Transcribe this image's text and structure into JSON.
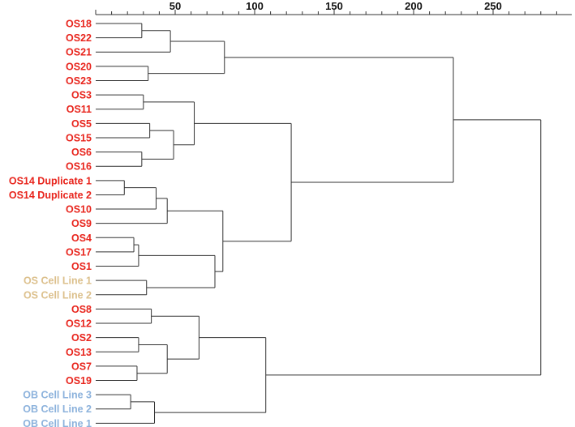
{
  "chart_data": {
    "type": "dendrogram",
    "title": "",
    "xlabel": "",
    "ylabel": "",
    "orientation": "horizontal",
    "axis_position": "top",
    "xlim": [
      0,
      290
    ],
    "ticks": [
      50,
      100,
      150,
      200,
      250
    ],
    "tick_labels": [
      "50",
      "100",
      "150",
      "200",
      "250"
    ],
    "grid": false,
    "colors": {
      "tumor": "#e8241c",
      "os_cell_line": "#dcc08c",
      "ob_cell_line": "#8cb2dc",
      "branch": "#333333"
    },
    "leaves": [
      {
        "id": "OS18",
        "label": "OS18",
        "group": "tumor"
      },
      {
        "id": "OS22",
        "label": "OS22",
        "group": "tumor"
      },
      {
        "id": "OS21",
        "label": "OS21",
        "group": "tumor"
      },
      {
        "id": "OS20",
        "label": "OS20",
        "group": "tumor"
      },
      {
        "id": "OS23",
        "label": "OS23",
        "group": "tumor"
      },
      {
        "id": "OS3",
        "label": "OS3",
        "group": "tumor"
      },
      {
        "id": "OS11",
        "label": "OS11",
        "group": "tumor"
      },
      {
        "id": "OS5",
        "label": "OS5",
        "group": "tumor"
      },
      {
        "id": "OS15",
        "label": "OS15",
        "group": "tumor"
      },
      {
        "id": "OS6",
        "label": "OS6",
        "group": "tumor"
      },
      {
        "id": "OS16",
        "label": "OS16",
        "group": "tumor"
      },
      {
        "id": "OS14D1",
        "label": "OS14 Duplicate 1",
        "group": "tumor"
      },
      {
        "id": "OS14D2",
        "label": "OS14 Duplicate 2",
        "group": "tumor"
      },
      {
        "id": "OS10",
        "label": "OS10",
        "group": "tumor"
      },
      {
        "id": "OS9",
        "label": "OS9",
        "group": "tumor"
      },
      {
        "id": "OS4",
        "label": "OS4",
        "group": "tumor"
      },
      {
        "id": "OS17",
        "label": "OS17",
        "group": "tumor"
      },
      {
        "id": "OS1",
        "label": "OS1",
        "group": "tumor"
      },
      {
        "id": "OSCL1",
        "label": "OS Cell Line 1",
        "group": "os_cell_line"
      },
      {
        "id": "OSCL2",
        "label": "OS Cell Line 2",
        "group": "os_cell_line"
      },
      {
        "id": "OS8",
        "label": "OS8",
        "group": "tumor"
      },
      {
        "id": "OS12",
        "label": "OS12",
        "group": "tumor"
      },
      {
        "id": "OS2",
        "label": "OS2",
        "group": "tumor"
      },
      {
        "id": "OS13",
        "label": "OS13",
        "group": "tumor"
      },
      {
        "id": "OS7",
        "label": "OS7",
        "group": "tumor"
      },
      {
        "id": "OS19",
        "label": "OS19",
        "group": "tumor"
      },
      {
        "id": "OBCL3",
        "label": "OB Cell Line 3",
        "group": "ob_cell_line"
      },
      {
        "id": "OBCL2",
        "label": "OB Cell Line 2",
        "group": "ob_cell_line"
      },
      {
        "id": "OBCL1",
        "label": "OB Cell Line 1",
        "group": "ob_cell_line"
      }
    ],
    "merges": [
      {
        "id": "m1",
        "children": [
          "OS18",
          "OS22"
        ],
        "height": 29
      },
      {
        "id": "m2",
        "children": [
          "m1",
          "OS21"
        ],
        "height": 47
      },
      {
        "id": "m3",
        "children": [
          "OS20",
          "OS23"
        ],
        "height": 33
      },
      {
        "id": "m4",
        "children": [
          "m2",
          "m3"
        ],
        "height": 81
      },
      {
        "id": "m5",
        "children": [
          "OS3",
          "OS11"
        ],
        "height": 30
      },
      {
        "id": "m6",
        "children": [
          "OS5",
          "OS15"
        ],
        "height": 34
      },
      {
        "id": "m7",
        "children": [
          "OS6",
          "OS16"
        ],
        "height": 29
      },
      {
        "id": "m8",
        "children": [
          "m6",
          "m7"
        ],
        "height": 49
      },
      {
        "id": "m9",
        "children": [
          "m5",
          "m8"
        ],
        "height": 62
      },
      {
        "id": "m10",
        "children": [
          "OS14D1",
          "OS14D2"
        ],
        "height": 18
      },
      {
        "id": "m11",
        "children": [
          "m10",
          "OS10"
        ],
        "height": 38
      },
      {
        "id": "m12",
        "children": [
          "m11",
          "OS9"
        ],
        "height": 45
      },
      {
        "id": "m13",
        "children": [
          "OS4",
          "OS17"
        ],
        "height": 24
      },
      {
        "id": "m14",
        "children": [
          "m13",
          "OS1"
        ],
        "height": 27
      },
      {
        "id": "m15",
        "children": [
          "OSCL1",
          "OSCL2"
        ],
        "height": 32
      },
      {
        "id": "m16",
        "children": [
          "m14",
          "m15"
        ],
        "height": 75
      },
      {
        "id": "m17",
        "children": [
          "m12",
          "m16"
        ],
        "height": 80
      },
      {
        "id": "m18",
        "children": [
          "m9",
          "m17"
        ],
        "height": 123
      },
      {
        "id": "m19",
        "children": [
          "m4",
          "m18"
        ],
        "height": 225
      },
      {
        "id": "m20",
        "children": [
          "OS8",
          "OS12"
        ],
        "height": 35
      },
      {
        "id": "m21",
        "children": [
          "OS2",
          "OS13"
        ],
        "height": 27
      },
      {
        "id": "m22",
        "children": [
          "OS7",
          "OS19"
        ],
        "height": 26
      },
      {
        "id": "m23",
        "children": [
          "m21",
          "m22"
        ],
        "height": 45
      },
      {
        "id": "m24",
        "children": [
          "m20",
          "m23"
        ],
        "height": 65
      },
      {
        "id": "m25",
        "children": [
          "OBCL3",
          "OBCL2"
        ],
        "height": 22
      },
      {
        "id": "m26",
        "children": [
          "m25",
          "OBCL1"
        ],
        "height": 37
      },
      {
        "id": "m27",
        "children": [
          "m24",
          "m26"
        ],
        "height": 107
      },
      {
        "id": "m28",
        "children": [
          "m19",
          "m27"
        ],
        "height": 280
      }
    ]
  }
}
